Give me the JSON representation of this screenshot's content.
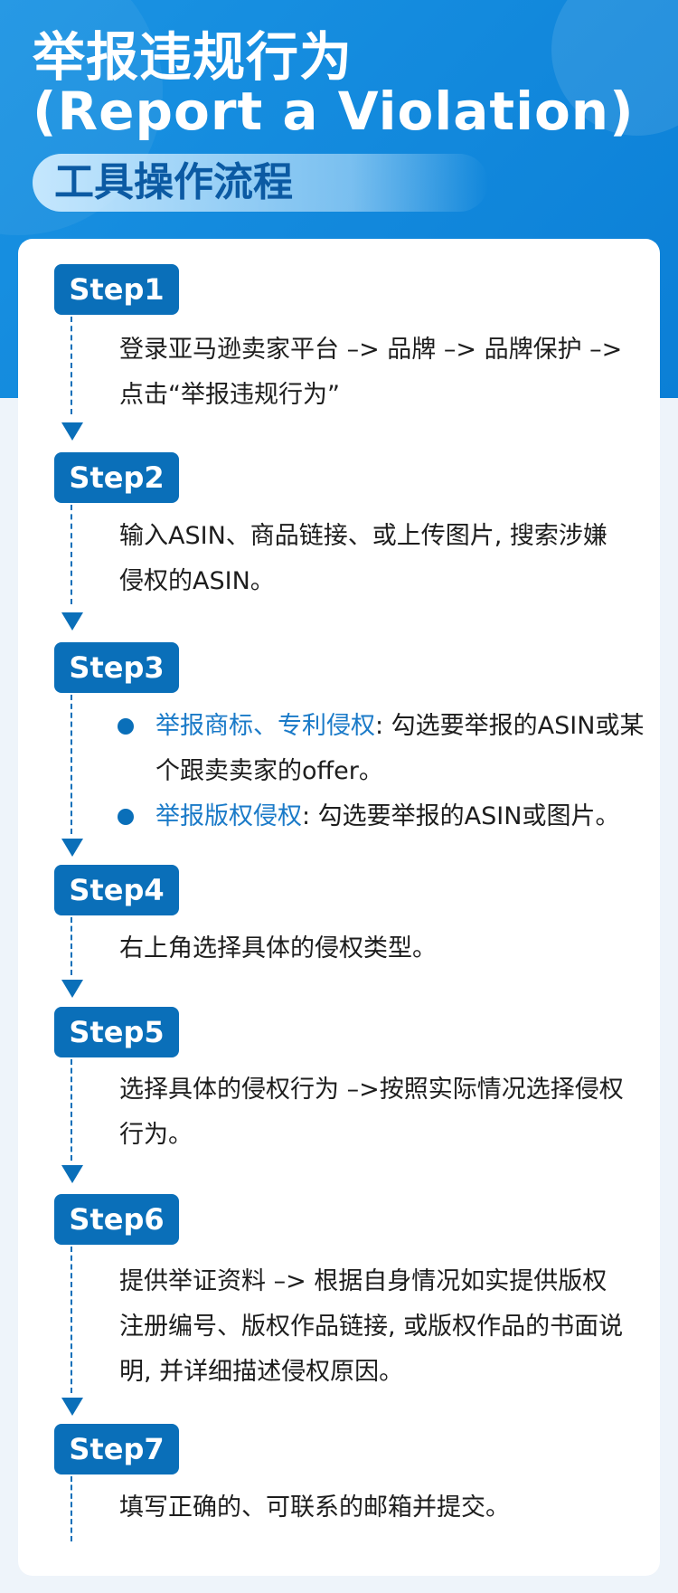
{
  "header": {
    "title_cn": "举报违规行为",
    "title_en": "(Report a Violation)",
    "subtitle": "工具操作流程"
  },
  "steps": [
    {
      "label": "Step1",
      "text": "登录亚马逊卖家平台 –> 品牌 –> 品牌保护 –> 点击“举报违规行为”"
    },
    {
      "label": "Step2",
      "text": "输入ASIN、商品链接、或上传图片, 搜索涉嫌侵权的ASIN。"
    },
    {
      "label": "Step3",
      "bullets": [
        {
          "highlight": "举报商标、专利侵权",
          "text": ": 勾选要举报的ASIN或某个跟卖卖家的offer。"
        },
        {
          "highlight": "举报版权侵权",
          "text": ": 勾选要举报的ASIN或图片。"
        }
      ]
    },
    {
      "label": "Step4",
      "text": "右上角选择具体的侵权类型。"
    },
    {
      "label": "Step5",
      "text": "选择具体的侵权行为 –>按照实际情况选择侵权行为。"
    },
    {
      "label": "Step6",
      "text": "提供举证资料 –> 根据自身情况如实提供版权注册编号、版权作品链接, 或版权作品的书面说明, 并详细描述侵权原因。"
    },
    {
      "label": "Step7",
      "text": "填写正确的、可联系的邮箱并提交。"
    }
  ],
  "colors": {
    "hero_blue": "#0b7fd6",
    "badge_blue": "#0a6fb9",
    "highlight_blue": "#1a7ac8",
    "text": "#1d1d1d"
  }
}
